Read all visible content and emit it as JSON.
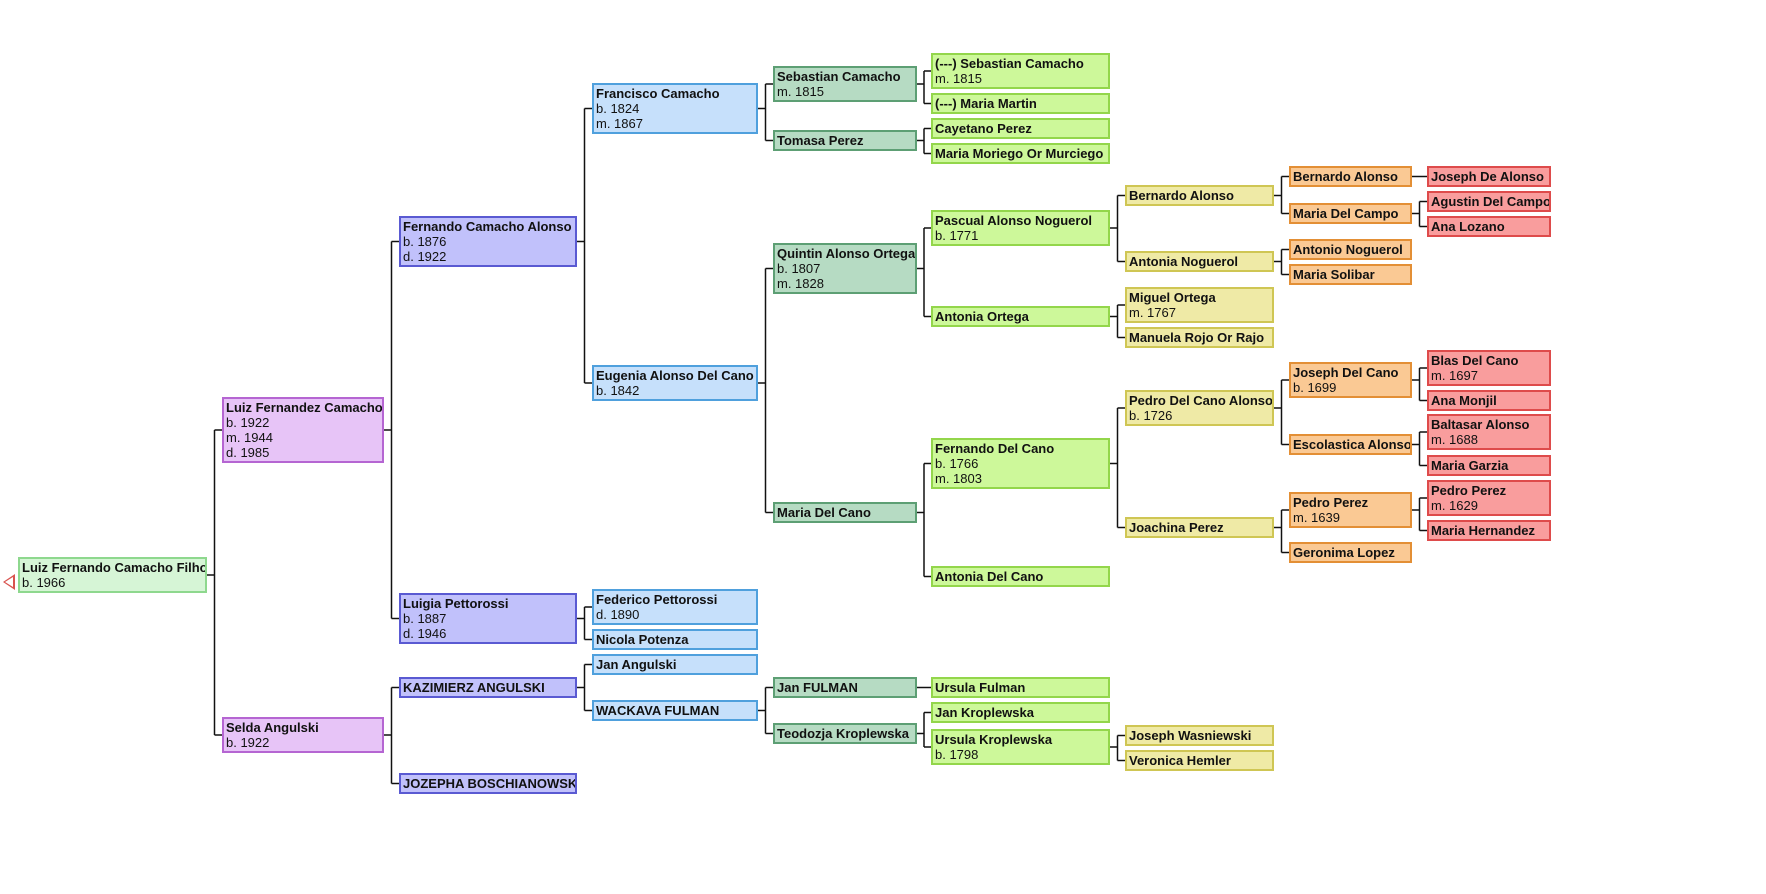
{
  "people": [
    {
      "id": "p1",
      "name": "Luiz Fernando Camacho Filho",
      "lines": [
        "b. 1966"
      ],
      "gen": 0
    },
    {
      "id": "p2",
      "name": "Luiz Fernandez Camacho",
      "lines": [
        "b. 1922",
        "m. 1944",
        "d. 1985"
      ],
      "gen": 1,
      "parent": "p1"
    },
    {
      "id": "p3",
      "name": "Selda Angulski",
      "lines": [
        "b. 1922"
      ],
      "gen": 1,
      "parent": "p1"
    },
    {
      "id": "p4",
      "name": "Fernando Camacho Alonso",
      "lines": [
        "b. 1876",
        "d. 1922"
      ],
      "gen": 2,
      "parent": "p2"
    },
    {
      "id": "p5",
      "name": "Luigia Pettorossi",
      "lines": [
        "b. 1887",
        "d. 1946"
      ],
      "gen": 2,
      "parent": "p2"
    },
    {
      "id": "p6",
      "name": "KAZIMIERZ ANGULSKI",
      "lines": [],
      "gen": 2,
      "parent": "p3"
    },
    {
      "id": "p7",
      "name": "JOZEPHA BOSCHIANOWSKA",
      "lines": [],
      "gen": 2,
      "parent": "p3"
    },
    {
      "id": "p8",
      "name": "Francisco Camacho",
      "lines": [
        "b. 1824",
        "m. 1867"
      ],
      "gen": 3,
      "parent": "p4"
    },
    {
      "id": "p9",
      "name": "Eugenia Alonso  Del Cano",
      "lines": [
        "b. 1842"
      ],
      "gen": 3,
      "parent": "p4"
    },
    {
      "id": "p10",
      "name": "Federico Pettorossi",
      "lines": [
        "d. 1890"
      ],
      "gen": 3,
      "parent": "p5"
    },
    {
      "id": "p11",
      "name": "Nicola Potenza",
      "lines": [],
      "gen": 3,
      "parent": "p5"
    },
    {
      "id": "p12",
      "name": "Jan Angulski",
      "lines": [],
      "gen": 3,
      "parent": "p6"
    },
    {
      "id": "p13",
      "name": "WACKAVA FULMAN",
      "lines": [],
      "gen": 3,
      "parent": "p6"
    },
    {
      "id": "p14",
      "name": "Sebastian Camacho",
      "lines": [
        "m. 1815"
      ],
      "gen": 4,
      "parent": "p8"
    },
    {
      "id": "p15",
      "name": "Tomasa Perez",
      "lines": [],
      "gen": 4,
      "parent": "p8"
    },
    {
      "id": "p16",
      "name": "Quintin Alonso Ortega",
      "lines": [
        "b. 1807",
        "m. 1828"
      ],
      "gen": 4,
      "parent": "p9"
    },
    {
      "id": "p17",
      "name": "Maria Del Cano",
      "lines": [],
      "gen": 4,
      "parent": "p9"
    },
    {
      "id": "p18",
      "name": "Jan FULMAN",
      "lines": [],
      "gen": 4,
      "parent": "p13"
    },
    {
      "id": "p19",
      "name": "Teodozja Kroplewska",
      "lines": [],
      "gen": 4,
      "parent": "p13"
    },
    {
      "id": "p20",
      "name": "(---) Sebastian Camacho",
      "lines": [
        "m. 1815"
      ],
      "gen": 5,
      "parent": "p14"
    },
    {
      "id": "p21",
      "name": "(---) Maria Martin",
      "lines": [],
      "gen": 5,
      "parent": "p14"
    },
    {
      "id": "p22",
      "name": "Cayetano Perez",
      "lines": [],
      "gen": 5,
      "parent": "p15"
    },
    {
      "id": "p23",
      "name": "Maria Moriego Or Murciego",
      "lines": [],
      "gen": 5,
      "parent": "p15"
    },
    {
      "id": "p24",
      "name": "Pascual Alonso Noguerol",
      "lines": [
        "b. 1771"
      ],
      "gen": 5,
      "parent": "p16"
    },
    {
      "id": "p25",
      "name": "Antonia Ortega",
      "lines": [],
      "gen": 5,
      "parent": "p16"
    },
    {
      "id": "p26",
      "name": "Fernando Del Cano",
      "lines": [
        "b. 1766",
        "m. 1803"
      ],
      "gen": 5,
      "parent": "p17"
    },
    {
      "id": "p27",
      "name": "Antonia Del Cano",
      "lines": [],
      "gen": 5,
      "parent": "p17"
    },
    {
      "id": "p28",
      "name": "Ursula Fulman",
      "lines": [],
      "gen": 5,
      "parent": "p18"
    },
    {
      "id": "p29",
      "name": "Jan Kroplewska",
      "lines": [],
      "gen": 5,
      "parent": "p19"
    },
    {
      "id": "p30",
      "name": "Ursula Kroplewska",
      "lines": [
        "b. 1798"
      ],
      "gen": 5,
      "parent": "p19"
    },
    {
      "id": "p31",
      "name": "Bernardo Alonso",
      "lines": [],
      "gen": 6,
      "parent": "p24"
    },
    {
      "id": "p32",
      "name": "Antonia Noguerol",
      "lines": [],
      "gen": 6,
      "parent": "p24"
    },
    {
      "id": "p33",
      "name": "Miguel Ortega",
      "lines": [
        "m. 1767"
      ],
      "gen": 6,
      "parent": "p25"
    },
    {
      "id": "p34",
      "name": "Manuela Rojo Or Rajo",
      "lines": [],
      "gen": 6,
      "parent": "p25"
    },
    {
      "id": "p35",
      "name": "Pedro Del Cano Alonso",
      "lines": [
        "b. 1726"
      ],
      "gen": 6,
      "parent": "p26"
    },
    {
      "id": "p36",
      "name": "Joachina Perez",
      "lines": [],
      "gen": 6,
      "parent": "p26"
    },
    {
      "id": "p37",
      "name": "Joseph Wasniewski",
      "lines": [],
      "gen": 6,
      "parent": "p30"
    },
    {
      "id": "p38",
      "name": "Veronica Hemler",
      "lines": [],
      "gen": 6,
      "parent": "p30"
    },
    {
      "id": "p39",
      "name": "Bernardo Alonso",
      "lines": [],
      "gen": 7,
      "parent": "p31"
    },
    {
      "id": "p40",
      "name": "Maria Del Campo",
      "lines": [],
      "gen": 7,
      "parent": "p31"
    },
    {
      "id": "p41",
      "name": "Antonio Noguerol",
      "lines": [],
      "gen": 7,
      "parent": "p32"
    },
    {
      "id": "p42",
      "name": "Maria Solibar",
      "lines": [],
      "gen": 7,
      "parent": "p32"
    },
    {
      "id": "p43",
      "name": "Joseph Del Cano",
      "lines": [
        "b. 1699"
      ],
      "gen": 7,
      "parent": "p35"
    },
    {
      "id": "p44",
      "name": "Escolastica Alonso",
      "lines": [],
      "gen": 7,
      "parent": "p35"
    },
    {
      "id": "p45",
      "name": "Pedro Perez",
      "lines": [
        "m. 1639"
      ],
      "gen": 7,
      "parent": "p36"
    },
    {
      "id": "p46",
      "name": "Geronima Lopez",
      "lines": [],
      "gen": 7,
      "parent": "p36"
    },
    {
      "id": "p47",
      "name": "Joseph De Alonso",
      "lines": [],
      "gen": 8,
      "parent": "p39"
    },
    {
      "id": "p48",
      "name": "Agustin Del Campo",
      "lines": [],
      "gen": 8,
      "parent": "p40"
    },
    {
      "id": "p49",
      "name": "Ana Lozano",
      "lines": [],
      "gen": 8,
      "parent": "p40"
    },
    {
      "id": "p50",
      "name": "Blas Del Cano",
      "lines": [
        "m. 1697"
      ],
      "gen": 8,
      "parent": "p43"
    },
    {
      "id": "p51",
      "name": "Ana Monjil",
      "lines": [],
      "gen": 8,
      "parent": "p43"
    },
    {
      "id": "p52",
      "name": "Baltasar Alonso",
      "lines": [
        "m. 1688"
      ],
      "gen": 8,
      "parent": "p44"
    },
    {
      "id": "p53",
      "name": "Maria Garzia",
      "lines": [],
      "gen": 8,
      "parent": "p44"
    },
    {
      "id": "p54",
      "name": "Pedro Perez",
      "lines": [
        "m. 1629"
      ],
      "gen": 8,
      "parent": "p45"
    },
    {
      "id": "p55",
      "name": "Maria Hernandez",
      "lines": [],
      "gen": 8,
      "parent": "p45"
    }
  ],
  "colors": {
    "connector": "#111111",
    "expand_arrow": "#d9534f",
    "gen0": "#d6f5d6",
    "gen1": "#e7c4f7",
    "gen2": "#c1c1fb",
    "gen3": "#c6e0fb",
    "gen4": "#b6dbc3",
    "gen5": "#cdf89a",
    "gen6": "#efeaa6",
    "gen7": "#fac994",
    "gen8": "#f99d9d"
  },
  "icons": {
    "expand": "triangle-left-icon"
  }
}
